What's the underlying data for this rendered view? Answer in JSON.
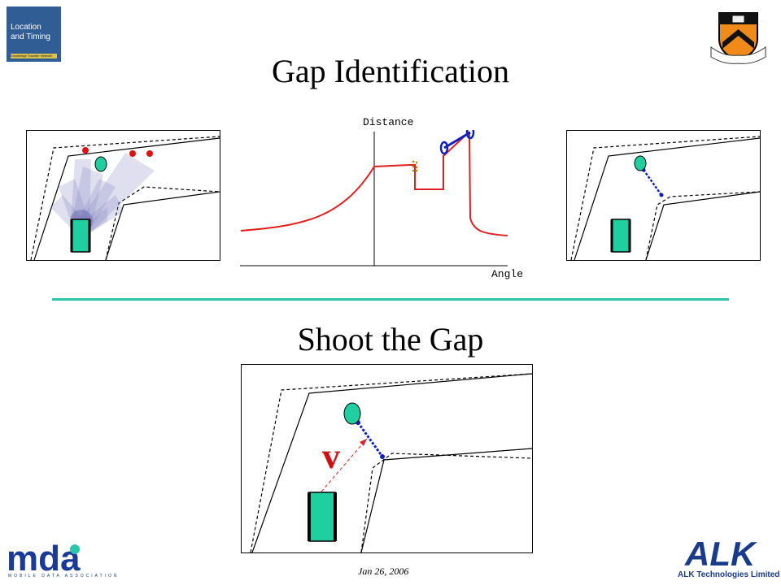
{
  "slide": {
    "title_top": "Gap Identification",
    "title_bottom": "Shoot the Gap",
    "date": "Jan 26, 2006",
    "accent_line_color": "#2ac5ab"
  },
  "chart": {
    "ylabel": "Distance",
    "xlabel": "Angle"
  },
  "vector_label": "v",
  "logos": {
    "top_left": {
      "name": "location-and-timing-logo",
      "line1": "Location",
      "line2": "and Timing",
      "line3": "Knowledge Transfer Network"
    },
    "top_right": {
      "name": "princeton-shield-logo"
    },
    "bottom_left": {
      "name": "mda-logo",
      "text": "mda",
      "tagline": "MOBILE DATA ASSOCIATION"
    },
    "bottom_right": {
      "name": "alk-logo",
      "text": "ALK",
      "caption": "ALK Technologies Limited"
    }
  },
  "colors": {
    "vehicle": "#1fcf9f",
    "sensor_point": "#e01010",
    "gap_line": "#1020c0",
    "curve": "#e02020",
    "beam": "#8080c0"
  }
}
